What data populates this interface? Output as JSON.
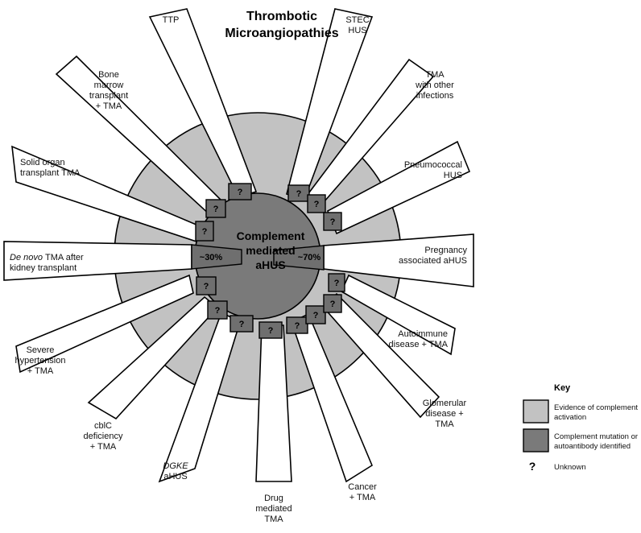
{
  "title": {
    "line1": "Thrombotic",
    "line2": "Microangiopathies"
  },
  "center": {
    "line1": "Complement",
    "line2": "mediated",
    "line3": "aHUS"
  },
  "percent_left": "~30%",
  "percent_right": "~70%",
  "unknown_mark": "?",
  "colors": {
    "outer_ring": "#c2c2c2",
    "inner_circle": "#7a7a7a",
    "unknown_box": "#6f6f6f",
    "key_light": "#c2c2c2",
    "key_dark": "#7a7a7a"
  },
  "categories": [
    {
      "id": "ttp",
      "lines": [
        "TTP"
      ]
    },
    {
      "id": "stec-hus",
      "lines": [
        "STEC",
        "HUS"
      ]
    },
    {
      "id": "tma-other-infections",
      "lines": [
        "TMA",
        "with other",
        "infections"
      ]
    },
    {
      "id": "pneumococcal-hus",
      "lines": [
        "Pneumococcal",
        "HUS"
      ]
    },
    {
      "id": "pregnancy-ahus",
      "lines": [
        "Pregnancy",
        "associated aHUS"
      ]
    },
    {
      "id": "autoimmune-tma",
      "lines": [
        "Autoimmune",
        "disease + TMA"
      ]
    },
    {
      "id": "glomerular-tma",
      "lines": [
        "Glomerular",
        "disease +",
        "TMA"
      ]
    },
    {
      "id": "cancer-tma",
      "lines": [
        "Cancer",
        "+ TMA"
      ]
    },
    {
      "id": "drug-tma",
      "lines": [
        "Drug",
        "mediated",
        "TMA"
      ]
    },
    {
      "id": "dgke-ahus",
      "lines": [
        "DGKE",
        "aHUS"
      ],
      "italic_first": true
    },
    {
      "id": "cblc-deficiency",
      "lines": [
        "cblC",
        "deficiency",
        "+ TMA"
      ]
    },
    {
      "id": "severe-hypertension",
      "lines": [
        "Severe",
        "hypertension",
        "+ TMA"
      ]
    },
    {
      "id": "de-novo-tma",
      "lines": [
        "TMA after",
        "kidney transplant"
      ],
      "italic_prefix": "De novo"
    },
    {
      "id": "solid-organ-tma",
      "lines": [
        "Solid organ",
        "transplant TMA"
      ]
    },
    {
      "id": "bone-marrow-tma",
      "lines": [
        "Bone",
        "marrow",
        "transplant",
        "+ TMA"
      ]
    }
  ],
  "key": {
    "heading": "Key",
    "light_line1": "Evidence of complement",
    "light_line2": "activation",
    "dark_line1": "Complement mutation or",
    "dark_line2": "autoantibody identified",
    "unknown_label": "Unknown"
  }
}
